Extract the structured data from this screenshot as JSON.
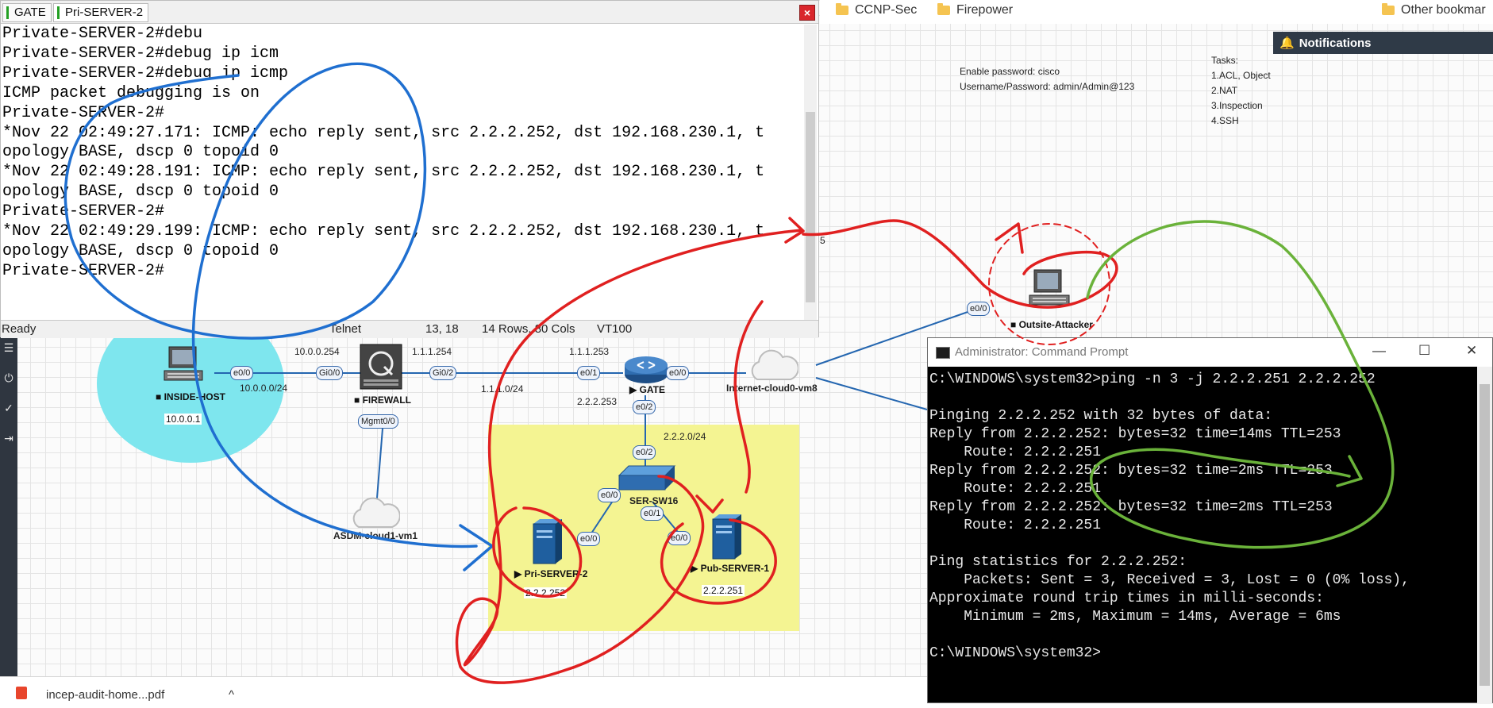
{
  "bookmarks": [
    {
      "label": "CCNP-Sec"
    },
    {
      "label": "Firepower"
    },
    {
      "label": "Other bookmar"
    }
  ],
  "notifications": {
    "label": "Notifications"
  },
  "notes": {
    "credentials": [
      "Enable password: cisco",
      "Username/Password: admin/Admin@123"
    ],
    "tasks_title": "Tasks:",
    "tasks": [
      "1.ACL, Object",
      "2.NAT",
      "3.Inspection",
      "4.SSH"
    ]
  },
  "topology": {
    "nodes": {
      "inside_host": {
        "name": "INSIDE-HOST",
        "ip": "10.0.0.1"
      },
      "firewall": {
        "name": "FIREWALL"
      },
      "gate": {
        "name": "GATE"
      },
      "internet_cloud": {
        "name": "Internet-cloud0-vm8"
      },
      "asdm_cloud": {
        "name": "ASDM-cloud1-vm1"
      },
      "ser_sw16": {
        "name": "SER-SW16"
      },
      "pri_server": {
        "name": "Pri-SERVER-2",
        "ip": "2.2.2.252"
      },
      "pub_server": {
        "name": "Pub-SERVER-1",
        "ip": "2.2.2.251"
      },
      "outsite_attacker": {
        "name": "Outsite-Attacker"
      }
    },
    "ports": {
      "host_e0": "e0/0",
      "fw_gi0": "Gi0/0",
      "fw_gi2": "Gi0/2",
      "fw_mgmt": "Mgmt0/0",
      "gate_e1": "e0/1",
      "gate_e0": "e0/0",
      "gate_e2": "e0/2",
      "sw_e2": "e0/2",
      "sw_e0": "e0/0",
      "sw_e1": "e0/1",
      "pri_e0": "e0/0",
      "pub_e0": "e0/0",
      "attacker_e0": "e0/0"
    },
    "labels": {
      "net_inside": "10.0.0.0/24",
      "fw_inside_ip": "10.0.0.254",
      "fw_outside_ip": "1.1.1.254",
      "gate_outside_ip": "1.1.1.253",
      "net_outside": "1.1.1.0/24",
      "gate_server_ip": "2.2.2.253",
      "net_server": "2.2.2.0/24",
      "stray": "5"
    }
  },
  "telnet": {
    "tabs": [
      {
        "label": "GATE"
      },
      {
        "label": "Pri-SERVER-2"
      }
    ],
    "close_glyph": "×",
    "lines": [
      "Private-SERVER-2#debu",
      "Private-SERVER-2#debug ip icm",
      "Private-SERVER-2#debug ip icmp",
      "ICMP packet debugging is on",
      "Private-SERVER-2#",
      "*Nov 22 02:49:27.171: ICMP: echo reply sent, src 2.2.2.252, dst 192.168.230.1, t",
      "opology BASE, dscp 0 topoid 0",
      "*Nov 22 02:49:28.191: ICMP: echo reply sent, src 2.2.2.252, dst 192.168.230.1, t",
      "opology BASE, dscp 0 topoid 0",
      "Private-SERVER-2#",
      "*Nov 22 02:49:29.199: ICMP: echo reply sent, src 2.2.2.252, dst 192.168.230.1, t",
      "opology BASE, dscp 0 topoid 0",
      "Private-SERVER-2#"
    ],
    "status": {
      "state": "Ready",
      "protocol": "Telnet",
      "cursor": "13,  18",
      "size": "14 Rows,  80 Cols",
      "emulation": "VT100"
    }
  },
  "cmd": {
    "title": "Administrator: Command Prompt",
    "minimize": "—",
    "maximize": "☐",
    "close": "✕",
    "lines": [
      "C:\\WINDOWS\\system32>ping -n 3 -j 2.2.2.251 2.2.2.252",
      "",
      "Pinging 2.2.2.252 with 32 bytes of data:",
      "Reply from 2.2.2.252: bytes=32 time=14ms TTL=253",
      "    Route: 2.2.2.251",
      "Reply from 2.2.2.252: bytes=32 time=2ms TTL=253",
      "    Route: 2.2.2.251",
      "Reply from 2.2.2.252: bytes=32 time=2ms TTL=253",
      "    Route: 2.2.2.251",
      "",
      "Ping statistics for 2.2.2.252:",
      "    Packets: Sent = 3, Received = 3, Lost = 0 (0% loss),",
      "Approximate round trip times in milli-seconds:",
      "    Minimum = 2ms, Maximum = 14ms, Average = 6ms",
      "",
      "C:\\WINDOWS\\system32>"
    ]
  },
  "download": {
    "filename": "incep-audit-home...pdf",
    "chevron": "^"
  },
  "colors": {
    "annotation_red": "#e02020",
    "annotation_blue": "#1f6fd0",
    "annotation_green": "#6ab23a",
    "inside_zone": "#7ee6ee",
    "server_zone": "#f4f492"
  },
  "icons": [
    "folder-icon",
    "bell-icon",
    "terminal-icon",
    "pc-icon",
    "firewall-icon",
    "router-icon",
    "switch-icon",
    "server-icon",
    "cloud-icon",
    "pdf-icon",
    "close-icon"
  ]
}
